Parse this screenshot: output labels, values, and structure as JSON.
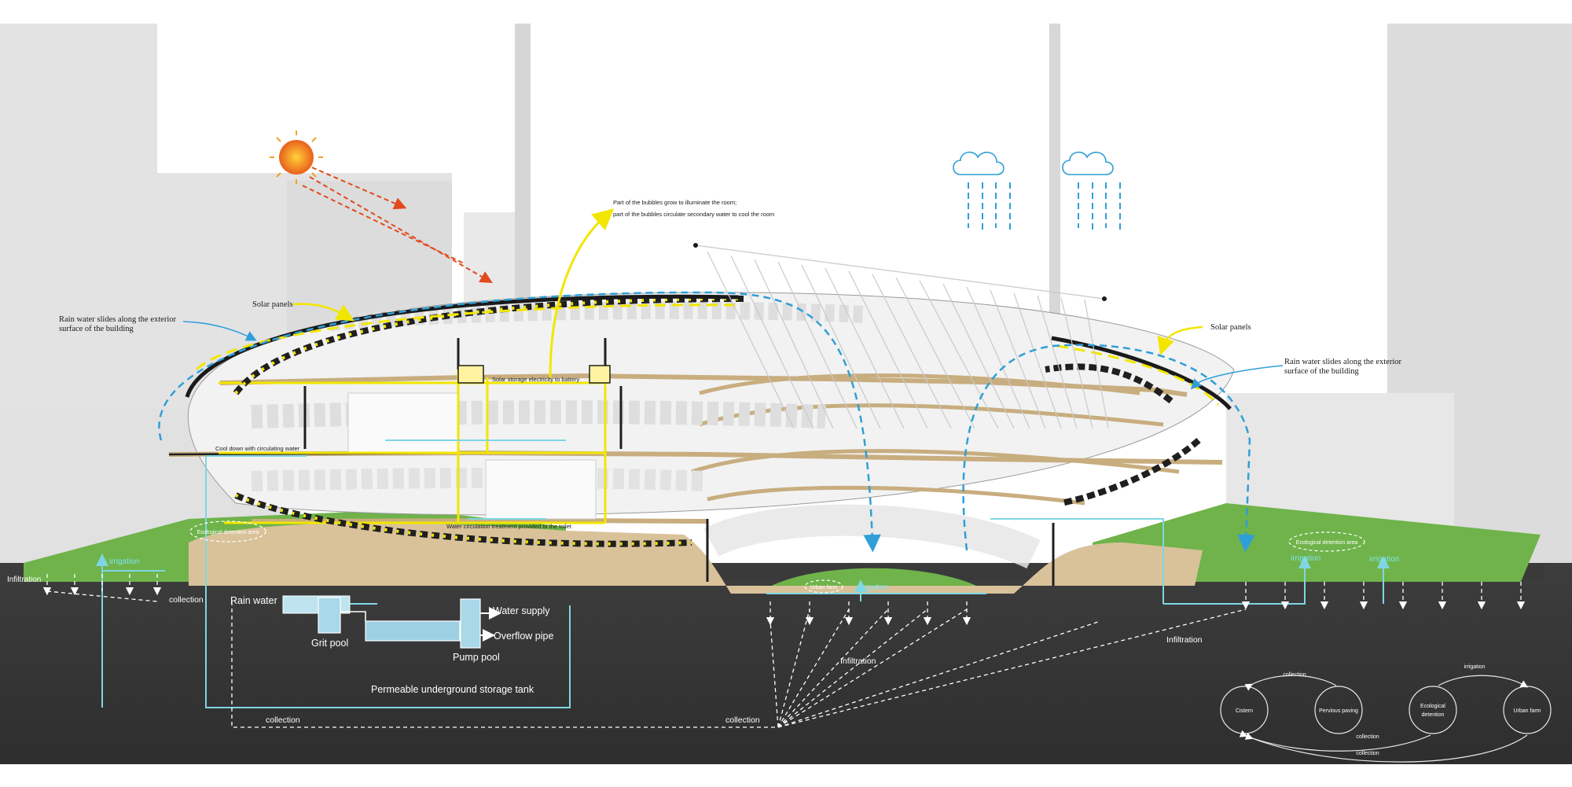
{
  "labels": {
    "solar_panels_left": "Solar panels",
    "solar_panels_right": "Solar panels",
    "rain_left_1": "Rain water slides along the exterior",
    "rain_left_2": "surface of the building",
    "rain_right_1": "Rain water slides along the exterior",
    "rain_right_2": "surface of the building",
    "bubbles_1": "Part of the bubbles grow to illuminate the room;",
    "bubbles_2": "part of the bubbles circulate secondary water to cool the room",
    "battery": "Solar storage electricity to battery",
    "cool_down": "Cool down with circulating water",
    "water_treatment": "Water circulation treatment provided to the toilet",
    "eco_area_left": "Ecological detention area",
    "eco_area_right": "Ecological detention area",
    "urban_farm": "Urban farm",
    "irrigation_left": "irrigation",
    "irrigation_center": "irrigation",
    "irrigation_right_1": "irrigation",
    "irrigation_right_2": "irrigation",
    "infiltration_left": "Infiltration",
    "infiltration_center": "Infiltration",
    "infiltration_right": "Infiltration",
    "collection_1": "collection",
    "collection_2": "collection",
    "collection_3": "collection",
    "rain_water": "Rain water",
    "water_supply": "Water supply",
    "overflow_pipe": "Overflow pipe",
    "grit_pool": "Grit pool",
    "pump_pool": "Pump pool",
    "storage_tank": "Permeable underground storage tank"
  },
  "cycle": {
    "cistern": "Cistern",
    "pervious_paving": "Pervious paving",
    "ecological_detention_1": "Ecological",
    "ecological_detention_2": "detention",
    "urban_farm": "Urban farm",
    "collection_top": "collection",
    "irrigation_top": "irrigation",
    "collection_bottom_1": "collection",
    "collection_bottom_2": "collection"
  },
  "colors": {
    "sky": "#ffffff",
    "building_ghost": "#e4e4e4",
    "ground": "#3a3a3a",
    "grass": "#6fb34a",
    "sand": "#d9c29a",
    "water_line": "#7fd6e2",
    "rain_dash": "#2f9fd8",
    "solar_yellow": "#f2e600",
    "sun": "#f0a020"
  }
}
